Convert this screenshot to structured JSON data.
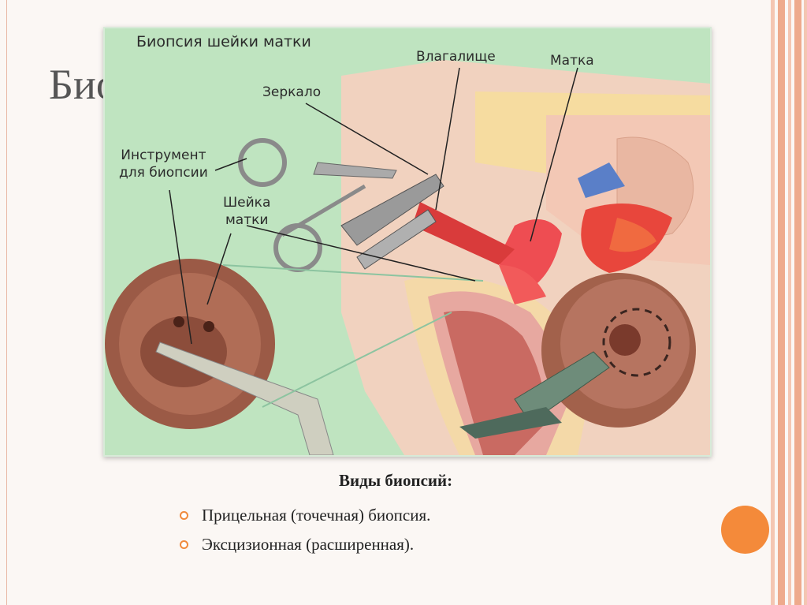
{
  "slide": {
    "title": "Био",
    "subtitle": "Виды биопсий:",
    "bullets": [
      "Прицельная (точечная) биопсия.",
      "Эксцизионная (расширенная)."
    ]
  },
  "figure": {
    "title": "Биопсия шейки матки",
    "labels": {
      "vagina": "Влагалище",
      "uterus": "Матка",
      "speculum": "Зеркало",
      "instrument_line1": "Инструмент",
      "instrument_line2": "для биопсии",
      "cervix_line1": "Шейка",
      "cervix_line2": "матки"
    }
  },
  "colors": {
    "accent": "#f48a3a",
    "stripe": "#efb49a",
    "figure_bg": "#bfe4c0"
  }
}
